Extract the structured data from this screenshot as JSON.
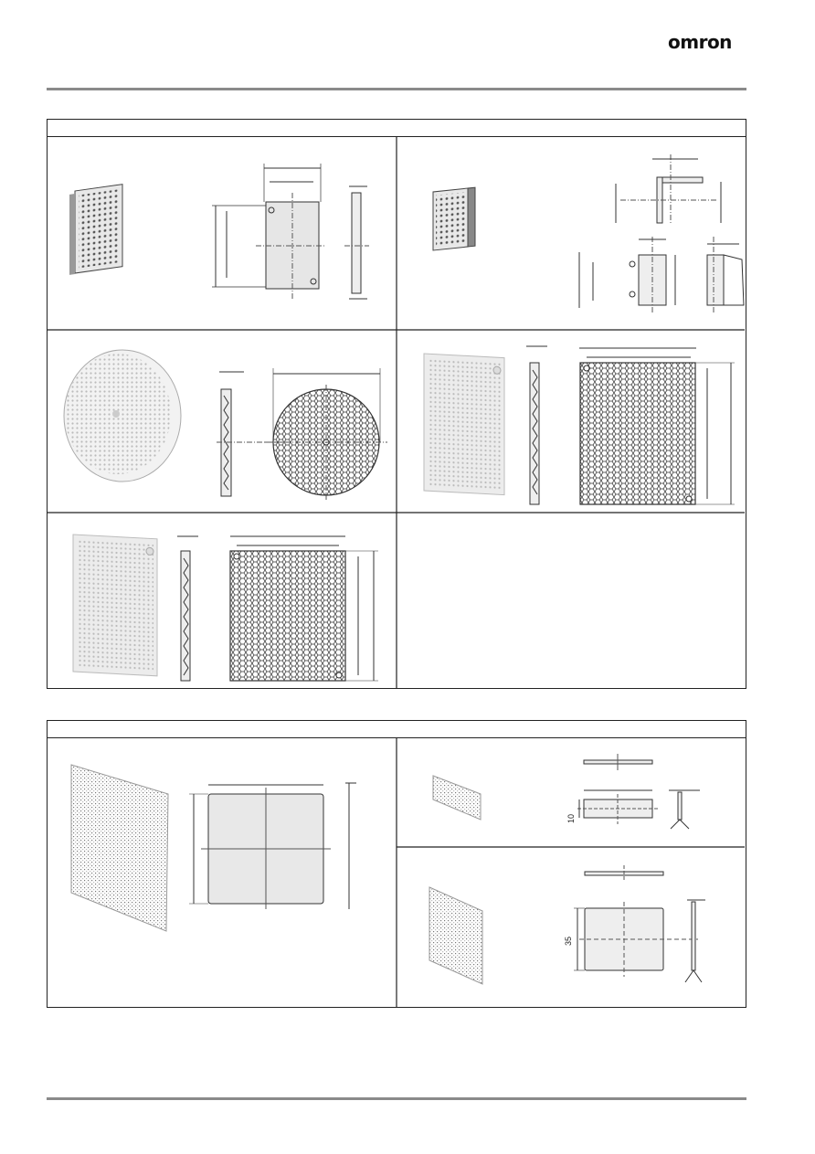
{
  "header": {
    "brand": "omron"
  },
  "section2": {
    "tape_width_label": "10",
    "sheet_height_label": "35"
  }
}
